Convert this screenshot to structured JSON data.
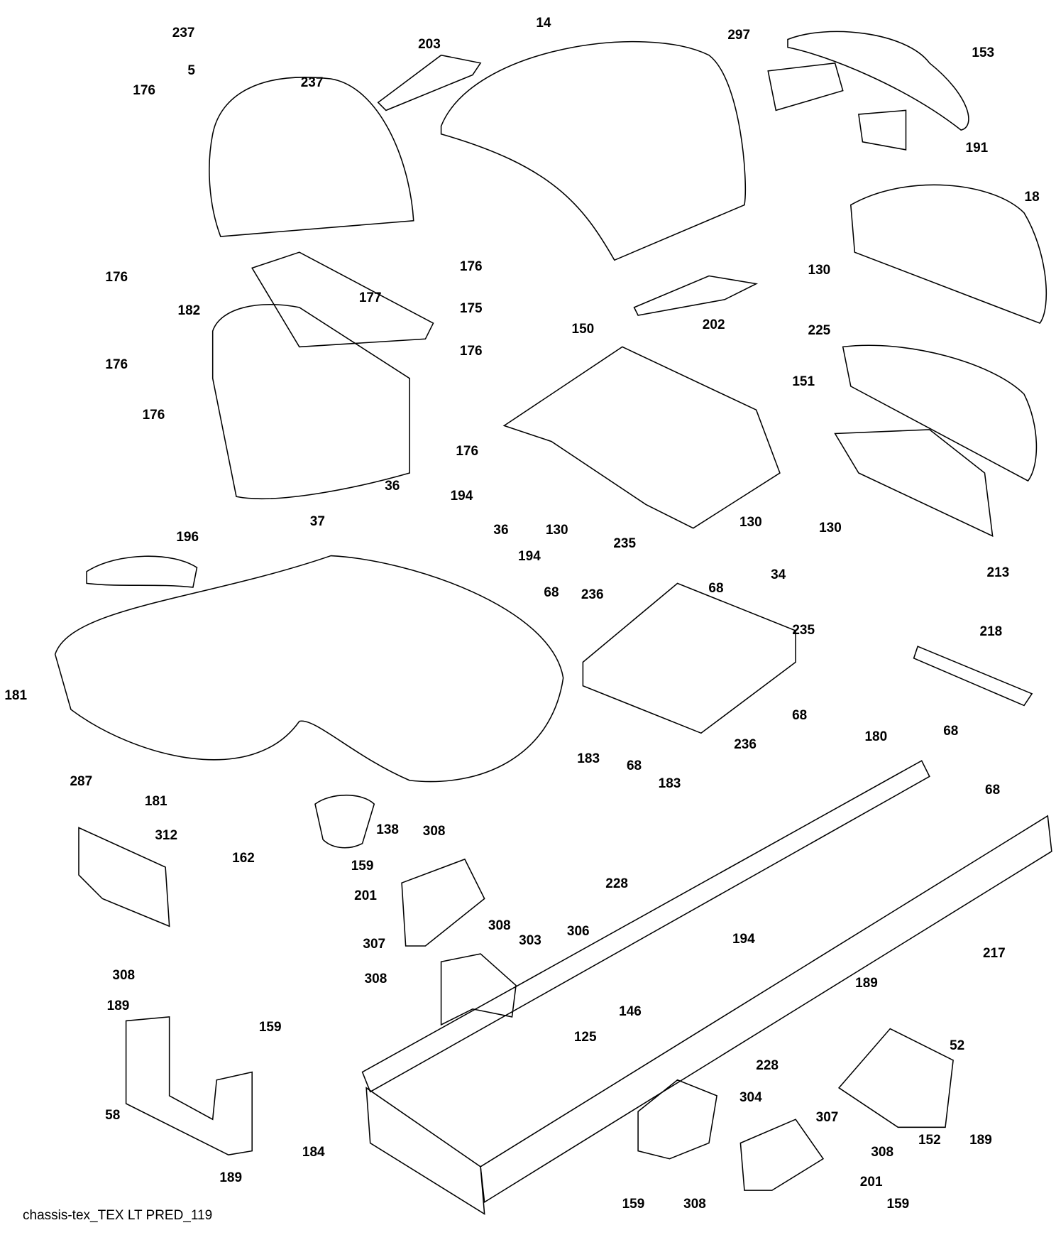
{
  "caption": "chassis-tex_TEX LT PRED_119",
  "line_color": "#000000",
  "part_labels": [
    "237",
    "203",
    "14",
    "297",
    "153",
    "5",
    "237",
    "176",
    "191",
    "18",
    "176",
    "176",
    "177",
    "130",
    "182",
    "175",
    "202",
    "150",
    "225",
    "176",
    "176",
    "151",
    "176",
    "176",
    "36",
    "194",
    "130",
    "130",
    "130",
    "196",
    "37",
    "36",
    "194",
    "235",
    "68",
    "34",
    "213",
    "236",
    "68",
    "235",
    "218",
    "181",
    "68",
    "68",
    "183",
    "68",
    "236",
    "183",
    "180",
    "287",
    "68",
    "181",
    "138",
    "312",
    "308",
    "162",
    "159",
    "228",
    "201",
    "308",
    "303",
    "307",
    "194",
    "217",
    "306",
    "308",
    "308",
    "146",
    "189",
    "189",
    "159",
    "125",
    "52",
    "228",
    "304",
    "58",
    "307",
    "189",
    "152",
    "308",
    "184",
    "189",
    "201",
    "159",
    "308",
    "159"
  ]
}
